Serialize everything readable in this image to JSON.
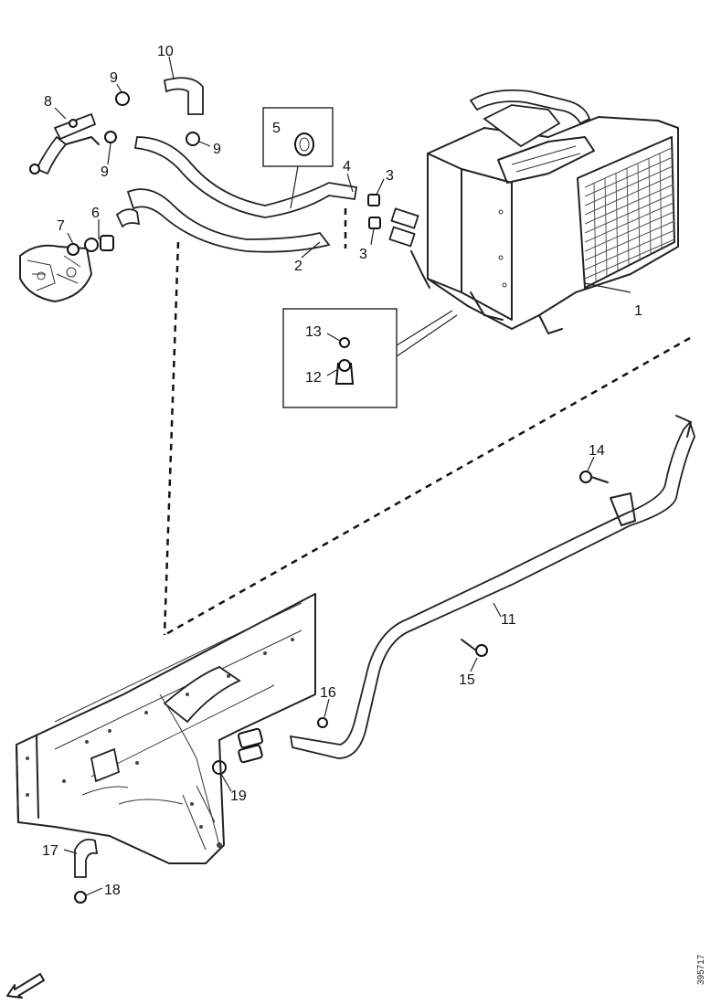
{
  "callouts": {
    "c1": "1",
    "c2": "2",
    "c3a": "3",
    "c3b": "3",
    "c4": "4",
    "c5": "5",
    "c6": "6",
    "c7": "7",
    "c8": "8",
    "c9a": "9",
    "c9b": "9",
    "c9c": "9",
    "c10": "10",
    "c11": "11",
    "c12": "12",
    "c13": "13",
    "c14": "14",
    "c15": "15",
    "c16": "16",
    "c17": "17",
    "c18": "18",
    "c19": "19"
  },
  "reference_number": "395717",
  "icons": {
    "view_arrow": "arrow-icon"
  }
}
